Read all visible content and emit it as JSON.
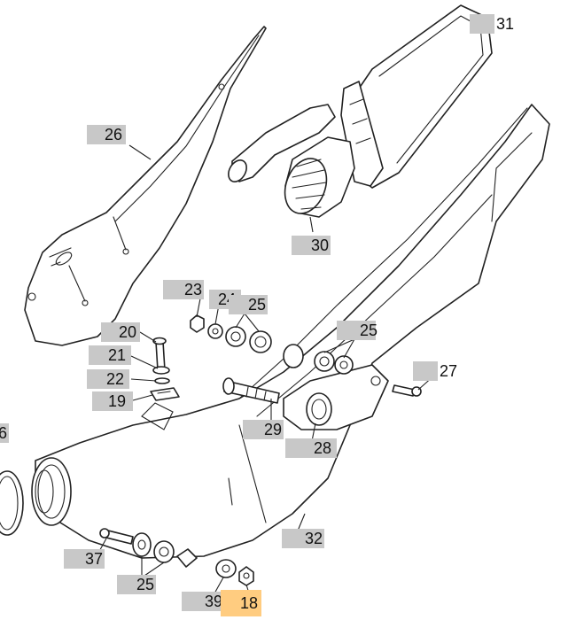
{
  "colors": {
    "tag_gray": "#c8c8c8",
    "tag_highlight": "#ffcc80",
    "line": "#222222",
    "background": "#ffffff"
  },
  "callouts": [
    {
      "id": "c26",
      "label": "26",
      "highlight": false
    },
    {
      "id": "c31",
      "label": "31",
      "highlight": false
    },
    {
      "id": "c30",
      "label": "30",
      "highlight": false
    },
    {
      "id": "c23",
      "label": "23",
      "highlight": false
    },
    {
      "id": "c24",
      "label": "24",
      "highlight": false
    },
    {
      "id": "c25a",
      "label": "25",
      "highlight": false
    },
    {
      "id": "c25b",
      "label": "25",
      "highlight": false
    },
    {
      "id": "c20",
      "label": "20",
      "highlight": false
    },
    {
      "id": "c21",
      "label": "21",
      "highlight": false
    },
    {
      "id": "c22",
      "label": "22",
      "highlight": false
    },
    {
      "id": "c19",
      "label": "19",
      "highlight": false
    },
    {
      "id": "c27",
      "label": "27",
      "highlight": false
    },
    {
      "id": "c29",
      "label": "29",
      "highlight": false
    },
    {
      "id": "c28",
      "label": "28",
      "highlight": false
    },
    {
      "id": "c6",
      "label": "6",
      "highlight": false
    },
    {
      "id": "c32",
      "label": "32",
      "highlight": false
    },
    {
      "id": "c37",
      "label": "37",
      "highlight": false
    },
    {
      "id": "c25c",
      "label": "25",
      "highlight": false
    },
    {
      "id": "c39",
      "label": "39",
      "highlight": false
    },
    {
      "id": "c18",
      "label": "18",
      "highlight": true
    }
  ]
}
